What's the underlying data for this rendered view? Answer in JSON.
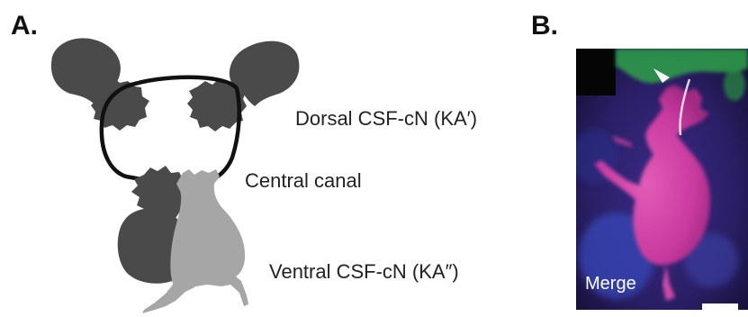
{
  "panel_a": {
    "letter": "A.",
    "labels": {
      "dorsal": "Dorsal CSF-cN (KA′)",
      "canal": "Central canal",
      "ventral": "Ventral CSF-cN (KA″)"
    },
    "colors": {
      "dark_cell": "#4a4a4a",
      "light_cell": "#a6a6a6",
      "canal_outline": "#111111"
    }
  },
  "panel_b": {
    "letter": "B.",
    "image_label": "Merge",
    "colors": {
      "background": "#1c1544",
      "magenta_cell": "#d43aa6",
      "green_signal": "#2fa14a"
    }
  }
}
